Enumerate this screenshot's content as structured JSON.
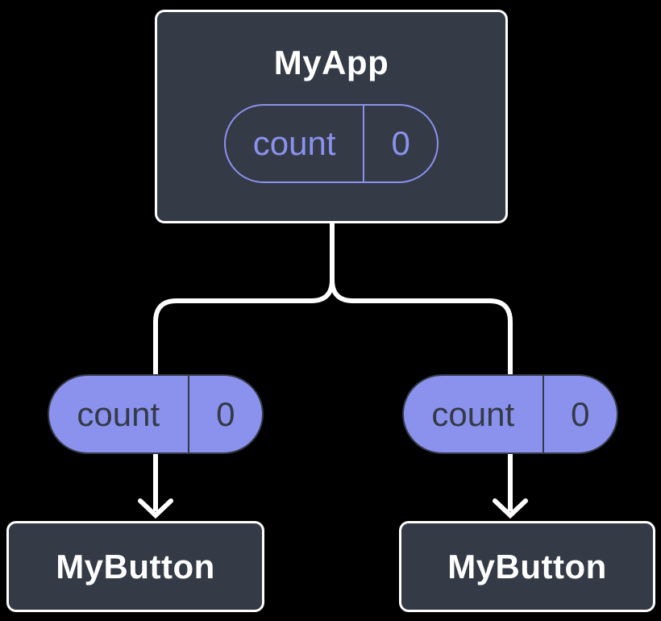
{
  "diagram": {
    "type": "component-tree",
    "root": {
      "title": "MyApp",
      "state": {
        "name": "count",
        "value": "0"
      }
    },
    "children": [
      {
        "state": {
          "name": "count",
          "value": "0"
        },
        "title": "MyButton"
      },
      {
        "state": {
          "name": "count",
          "value": "0"
        },
        "title": "MyButton"
      }
    ]
  },
  "icons": {
    "arrow_down": "open-chevron-down-arrowhead"
  },
  "colors": {
    "background": "#000000",
    "card_fill": "#343a46",
    "card_border": "#ffffff",
    "accent_purple": "#8a92ee",
    "pill_fill": "#8a92ee",
    "pill_dark": "#343a46",
    "line_white": "#ffffff"
  }
}
